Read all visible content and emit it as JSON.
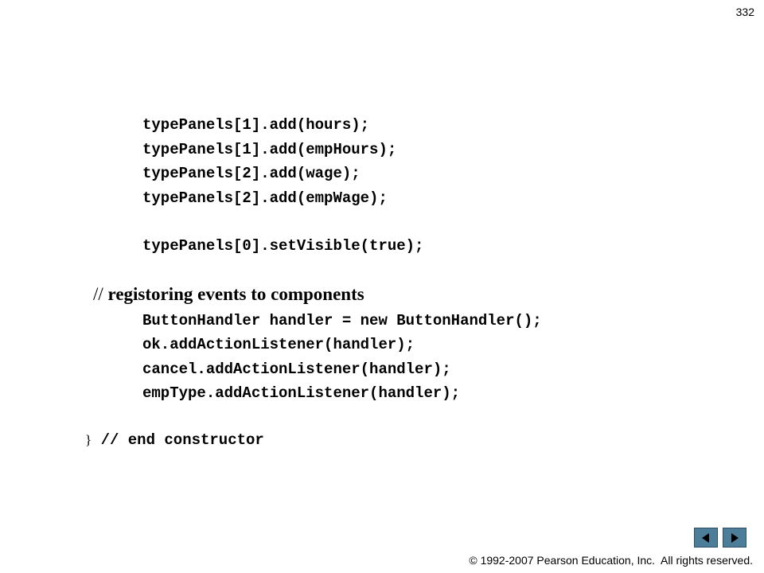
{
  "page_number": "332",
  "code": {
    "line1": "typePanels[1].add(hours);",
    "line2": "typePanels[1].add(empHours);",
    "line3": "typePanels[2].add(wage);",
    "line4": "typePanels[2].add(empWage);",
    "line5": "typePanels[0].setVisible(true);",
    "comment_slashes": "//",
    "comment_text": " registoring events to components",
    "line6": "ButtonHandler handler = new ButtonHandler();",
    "line7": "ok.addActionListener(handler);",
    "line8": "cancel.addActionListener(handler);",
    "line9": "empType.addActionListener(handler);",
    "closing_brace": "}",
    "closing_comment": " // end constructor"
  },
  "nav": {
    "prev_icon": "arrow-left-icon",
    "next_icon": "arrow-right-icon",
    "button_color": "#4d7e99"
  },
  "footer": {
    "copyright": "© 1992-2007 Pearson Education, Inc.  All rights reserved."
  }
}
